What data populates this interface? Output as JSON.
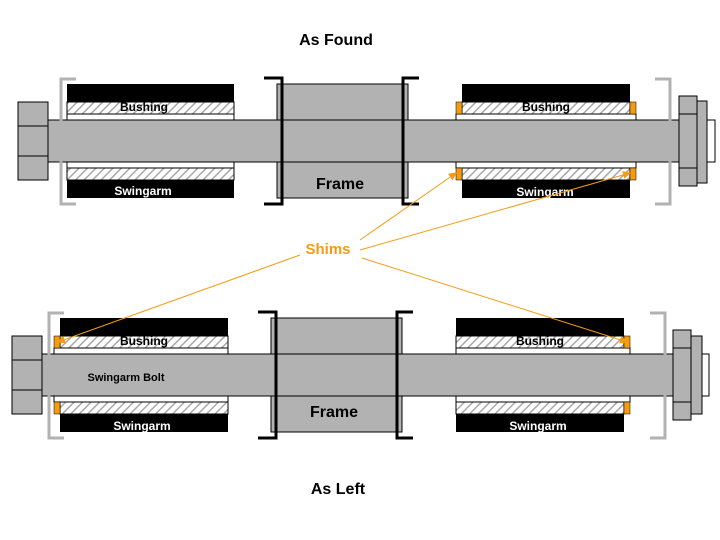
{
  "titles": {
    "top": "As Found",
    "bottom": "As Left"
  },
  "callout": {
    "label": "Shims",
    "color": "#f39c12"
  },
  "colors": {
    "bolt": "#b2b2b2",
    "swingarm": "#000000",
    "bracket_gray": "#b2b2b2",
    "bracket_black": "#000000",
    "shim": "#f39c12"
  },
  "as_found": {
    "left_bushing_label": "Bushing",
    "left_swingarm_label": "Swingarm",
    "frame_label": "Frame",
    "right_bushing_label": "Bushing",
    "right_swingarm_label": "Swingarm"
  },
  "as_left": {
    "left_bushing_label": "Bushing",
    "left_swingarm_label": "Swingarm",
    "bolt_label": "Swingarm Bolt",
    "frame_label": "Frame",
    "right_bushing_label": "Bushing",
    "right_swingarm_label": "Swingarm"
  }
}
